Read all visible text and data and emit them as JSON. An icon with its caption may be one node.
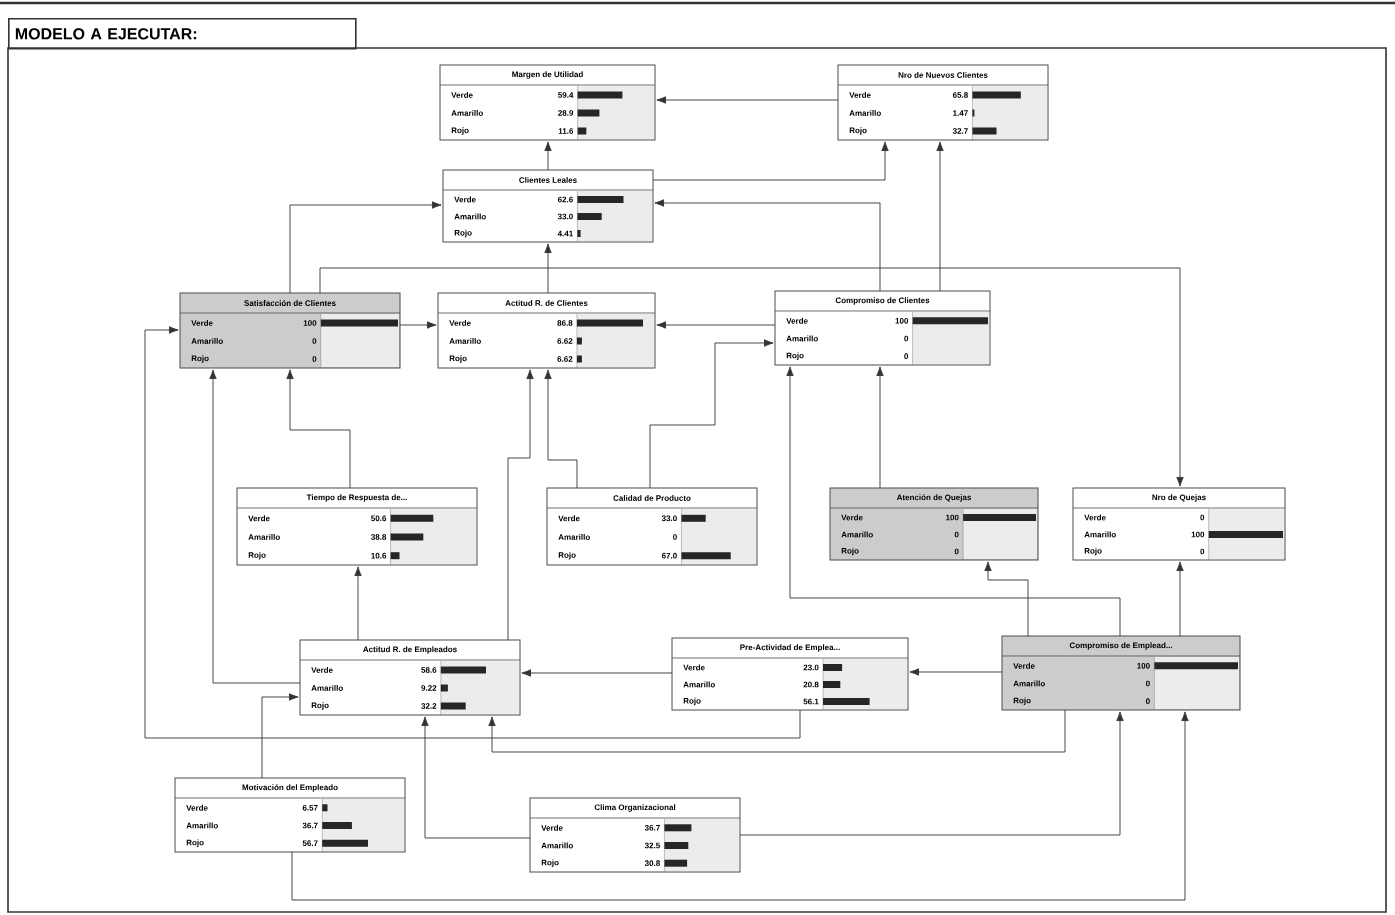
{
  "diagram": {
    "title": "MODELO A EJECUTAR:",
    "nodes": [
      {
        "text": [
          "Margen de Utilidad",
          "Verde",
          "59.4",
          "Amarillo",
          "28.9",
          "Rojo",
          "11.6"
        ]
      },
      {
        "text": [
          "Nro de Nuevos Clientes",
          "Verde",
          "65.8",
          "Amarillo",
          "1.47",
          "Rojo",
          "32.7"
        ]
      },
      {
        "text": [
          "Clientes Leales",
          "Verde",
          "62.6",
          "Amarillo",
          "33.0",
          "Rojo",
          "4.41"
        ]
      },
      {
        "text": [
          "Satisfacción de Clientes",
          "Verde",
          "100",
          "Amarillo",
          "0",
          "Rojo",
          "0"
        ]
      },
      {
        "text": [
          "Actitud R. de Clientes",
          "Verde",
          "86.8",
          "Amarillo",
          "6.62",
          "Rojo",
          "6.62"
        ]
      },
      {
        "text": [
          "Compromiso de Clientes",
          "Verde",
          "100",
          "Amarillo",
          "0",
          "Rojo",
          "0"
        ]
      },
      {
        "text": [
          "Tiempo de Respuesta de...",
          "Verde",
          "50.6",
          "Amarillo",
          "38.8",
          "Rojo",
          "10.6"
        ]
      },
      {
        "text": [
          "Calidad de Producto",
          "Verde",
          "33.0",
          "Amarillo",
          "0",
          "Rojo",
          "67.0"
        ]
      },
      {
        "text": [
          "Atención de Quejas",
          "Verde",
          "100",
          "Amarillo",
          "0",
          "Rojo",
          "0"
        ]
      },
      {
        "text": [
          "Nro de Quejas",
          "Verde",
          "0",
          "Amarillo",
          "100",
          "Rojo",
          "0"
        ]
      },
      {
        "text": [
          "Actitud R. de Empleados",
          "Verde",
          "58.6",
          "Amarillo",
          "9.22",
          "Rojo",
          "32.2"
        ]
      },
      {
        "text": [
          "Pre-Actividad de Emplea...",
          "Verde",
          "23.0",
          "Amarillo",
          "20.8",
          "Rojo",
          "56.1"
        ]
      },
      {
        "text": [
          "Compromiso de Emplead...",
          "Verde",
          "100",
          "Amarillo",
          "0",
          "Rojo",
          "0"
        ]
      },
      {
        "text": [
          "Motivación del Empleado",
          "Verde",
          "6.57",
          "Amarillo",
          "36.7",
          "Rojo",
          "56.7"
        ]
      },
      {
        "text": [
          "Clima Organizacional",
          "Verde",
          "36.7",
          "Amarillo",
          "32.5",
          "Rojo",
          "30.8"
        ]
      }
    ],
    "edges": [
      {
        "from": 1,
        "to": 0,
        "arrow": "to"
      },
      {
        "from": 2,
        "to": 0,
        "arrow": "to"
      },
      {
        "from": 2,
        "to": 1,
        "arrow": "to"
      },
      {
        "from": 5,
        "to": 2,
        "arrow": "to"
      },
      {
        "from": 5,
        "to": 1,
        "arrow": "to"
      },
      {
        "from": 4,
        "to": 2,
        "arrow": "to"
      },
      {
        "from": 3,
        "to": 2,
        "arrow": "to"
      },
      {
        "from": 3,
        "to": 4,
        "arrow": "to"
      },
      {
        "from": 5,
        "to": 4,
        "arrow": "to"
      },
      {
        "from": 3,
        "to": 9,
        "arrow": "to"
      },
      {
        "from": 6,
        "to": 3,
        "arrow": "to"
      },
      {
        "from": 10,
        "to": 3,
        "arrow": "to"
      },
      {
        "from": 11,
        "to": 3,
        "arrow": "to"
      },
      {
        "from": 12,
        "to": 10,
        "arrow": "to"
      },
      {
        "from": 11,
        "to": 10,
        "arrow": "to"
      },
      {
        "from": 12,
        "to": 11,
        "arrow": "to"
      },
      {
        "from": 12,
        "to": 8,
        "arrow": "to"
      },
      {
        "from": 12,
        "to": 9,
        "arrow": "to"
      },
      {
        "from": 12,
        "to": 5,
        "arrow": "to"
      },
      {
        "from": 8,
        "to": 5,
        "arrow": "to"
      },
      {
        "from": 7,
        "to": 5,
        "arrow": "to"
      },
      {
        "from": 7,
        "to": 4,
        "arrow": "to"
      },
      {
        "from": 10,
        "to": 4,
        "arrow": "to"
      },
      {
        "from": 10,
        "to": 6,
        "arrow": "to"
      },
      {
        "from": 13,
        "to": 10,
        "arrow": "to"
      },
      {
        "from": 14,
        "to": 10,
        "arrow": "to"
      },
      {
        "from": 14,
        "to": 12,
        "arrow": "to"
      },
      {
        "from": 13,
        "to": 12,
        "arrow": "to"
      }
    ]
  }
}
